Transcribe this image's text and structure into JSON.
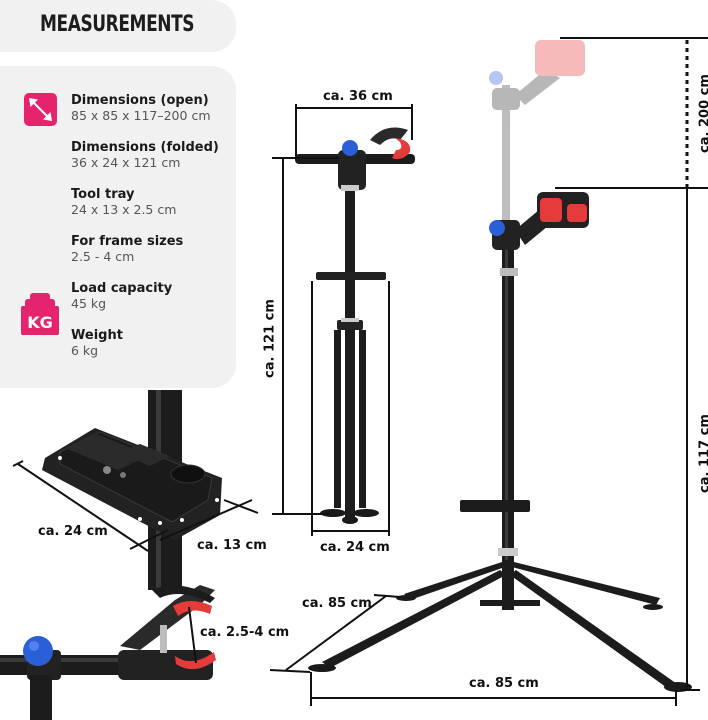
{
  "header": {
    "title": "MEASUREMENTS"
  },
  "colors": {
    "accent": "#e5246e",
    "panel_bg": "#f1f1f1",
    "clamp_red": "#e63b3b",
    "knob_blue": "#2a5fd8",
    "metal_black": "#1c1c1c"
  },
  "specs": [
    {
      "label": "Dimensions (open)",
      "value": "85 x 85 x 117–200 cm",
      "icon": "diagonal-arrows-icon"
    },
    {
      "label": "Dimensions (folded)",
      "value": "36 x 24 x 121 cm"
    },
    {
      "label": "Tool tray",
      "value": "24 x 13 x 2.5 cm"
    },
    {
      "label": "For frame sizes",
      "value": "2.5 - 4 cm"
    },
    {
      "label": "Load capacity",
      "value": "45 kg",
      "icon": "weight-kg-icon"
    },
    {
      "label": "Weight",
      "value": "6 kg"
    }
  ],
  "icons": {
    "kg_text": "KG"
  },
  "annotations": {
    "folded_width": "ca. 36 cm",
    "folded_height": "ca. 121 cm",
    "folded_base": "ca. 24 cm",
    "tray_length": "ca. 24 cm",
    "tray_width": "ca. 13 cm",
    "clamp_range": "ca. 2.5-4 cm",
    "max_height": "ca. 200 cm",
    "min_height": "ca. 117 cm",
    "base_depth": "ca. 85 cm",
    "base_width": "ca. 85 cm"
  }
}
